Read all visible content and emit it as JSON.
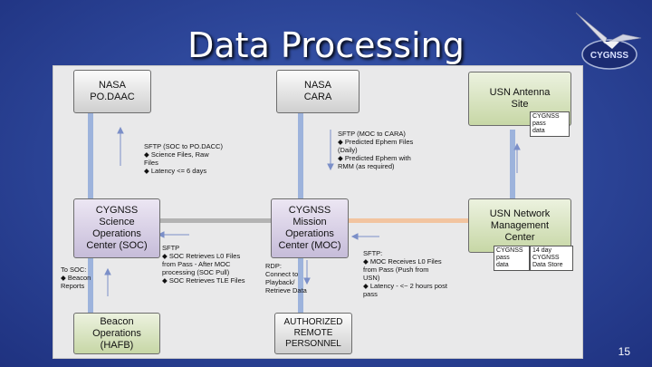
{
  "slide": {
    "title": "Data Processing",
    "page_number": "15"
  },
  "logo": {
    "text": "CYGNSS"
  },
  "boxes": {
    "nasa_podaac": "NASA\nPO.DAAC",
    "nasa_cara": "NASA\nCARA",
    "usn_antenna": "USN Antenna\nSite",
    "soc": "CYGNSS\nScience\nOperations\nCenter (SOC)",
    "moc": "CYGNSS\nMission\nOperations\nCenter (MOC)",
    "usn_network": "USN Network\nManagement\nCenter",
    "beacon": "Beacon\nOperations\n(HAFB)",
    "remote": "AUTHORIZED\nREMOTE\nPERSONNEL"
  },
  "small_boxes": {
    "pass_data_antenna": "CYGNSS\npass\ndata",
    "pass_data_network": "CYGNSS\npass\ndata",
    "data_store": "14 day\nCYGNSS\nData Store"
  },
  "notes": {
    "sftp_soc_podaac": "SFTP (SOC to PO.DACC)\n◆ Science Files, Raw\n   Files\n◆ Latency <= 6 days",
    "sftp_moc_cara": "SFTP (MOC to CARA)\n◆ Predicted Ephem Files\n   (Daily)\n◆ Predicted Ephem with\n   RMM (as required)",
    "sftp_soc_moc": "SFTP\n◆ SOC Retrieves L0 Files\n   from Pass - After MOC\n   processing (SOC Pull)\n◆ SOC Retrieves TLE Files",
    "to_soc": "To SOC:\n◆ Beacon\n   Reports",
    "rdp": "RDP:\nConnect to\nPlayback/\nRetrieve Data",
    "sftp_moc_usn": "SFTP:\n◆ MOC Receives L0 Files\n   from Pass (Push from\n   USN)\n◆ Latency - <~ 2 hours post\n   pass"
  },
  "colors": {
    "background": "#2c4598",
    "link_blue": "#9db3dc",
    "link_orange": "#f2c4a0",
    "link_grey": "#b3b3b3"
  }
}
